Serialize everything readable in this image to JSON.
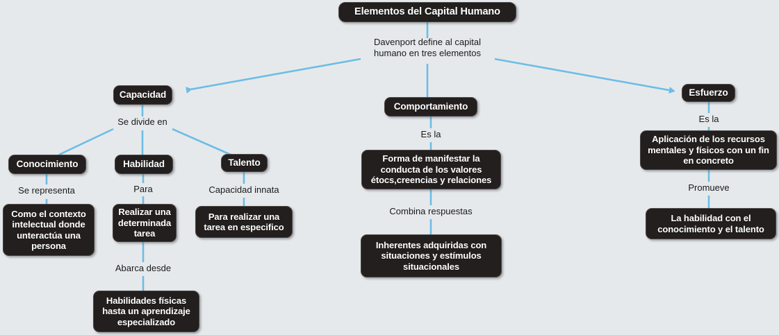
{
  "diagram": {
    "title": "Elementos del Capital Humano",
    "background_color": "#e6e9eb",
    "node_color": "#231f1e",
    "node_text_color": "#ffffff",
    "edge_color": "#6cbde6",
    "label_text_color": "#18191b"
  },
  "nodes": {
    "root": "Elementos del Capital Humano",
    "capacidad": "Capacidad",
    "comportamiento": "Comportamiento",
    "esfuerzo": "Esfuerzo",
    "conocimiento": "Conocimiento",
    "habilidad": "Habilidad",
    "talento": "Talento",
    "conocimiento_def": "Como el contexto intelectual donde unteractúa una persona",
    "habilidad_def": "Realizar una determinada tarea",
    "talento_def": "Para realizar una tarea en especifico",
    "habilidades_fisicas": "Habilidades físicas hasta un aprendizaje especializado",
    "comportamiento_def": "Forma de manifestar la conducta de los valores étocs,creencias y relaciones",
    "comportamiento_def2": "Inherentes adquiridas con situaciones y estímulos situacionales",
    "esfuerzo_def": "Aplicación de los recursos mentales y físicos con un fin en concreto",
    "esfuerzo_def2": "La habilidad con el conocimiento y el talento"
  },
  "edge_labels": {
    "root_to_branches": "Davenport define al capital humano en tres elementos",
    "capacidad_divide": "Se divide en",
    "conocimiento_rep": "Se representa",
    "habilidad_para": "Para",
    "talento_innata": "Capacidad innata",
    "abarca_desde": "Abarca desde",
    "comportamiento_esla": "Es la",
    "combina_respuestas": "Combina respuestas",
    "esfuerzo_esla": "Es la",
    "promueve": "Promueve"
  }
}
